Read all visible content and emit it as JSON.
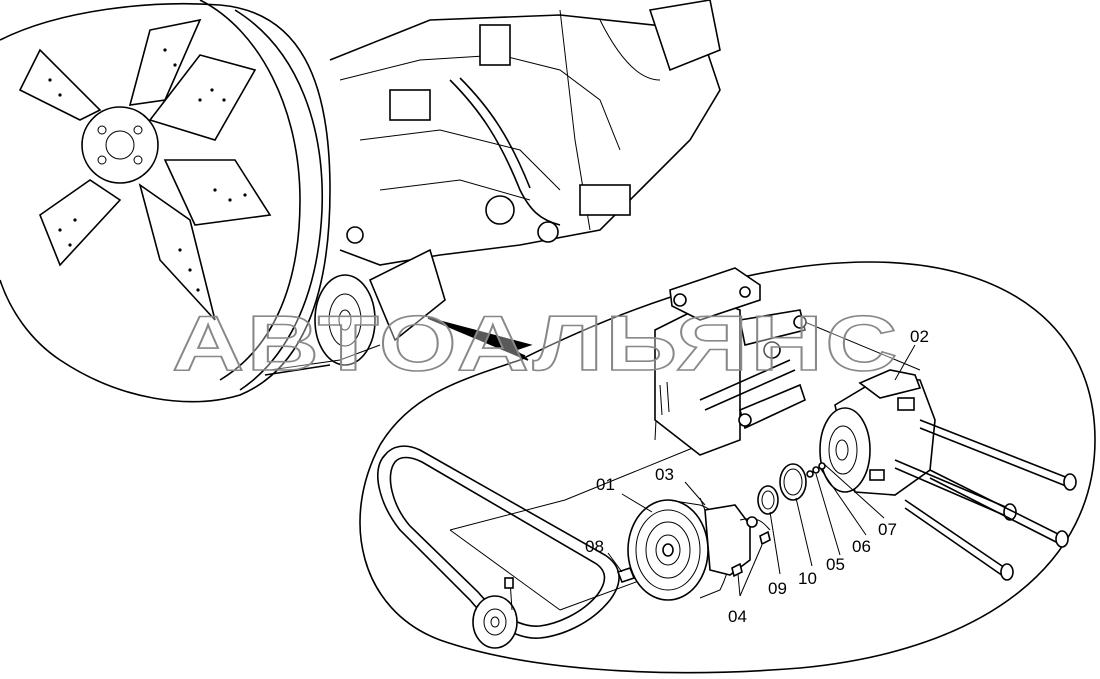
{
  "watermark": "АВТОАЛЬЯНС",
  "callouts": [
    {
      "id": "01",
      "text": "01"
    },
    {
      "id": "02",
      "text": "02"
    },
    {
      "id": "03",
      "text": "03"
    },
    {
      "id": "04",
      "text": "04"
    },
    {
      "id": "05",
      "text": "05"
    },
    {
      "id": "06",
      "text": "06"
    },
    {
      "id": "07",
      "text": "07"
    },
    {
      "id": "08",
      "text": "08"
    },
    {
      "id": "09",
      "text": "09"
    },
    {
      "id": "10",
      "text": "10"
    }
  ]
}
